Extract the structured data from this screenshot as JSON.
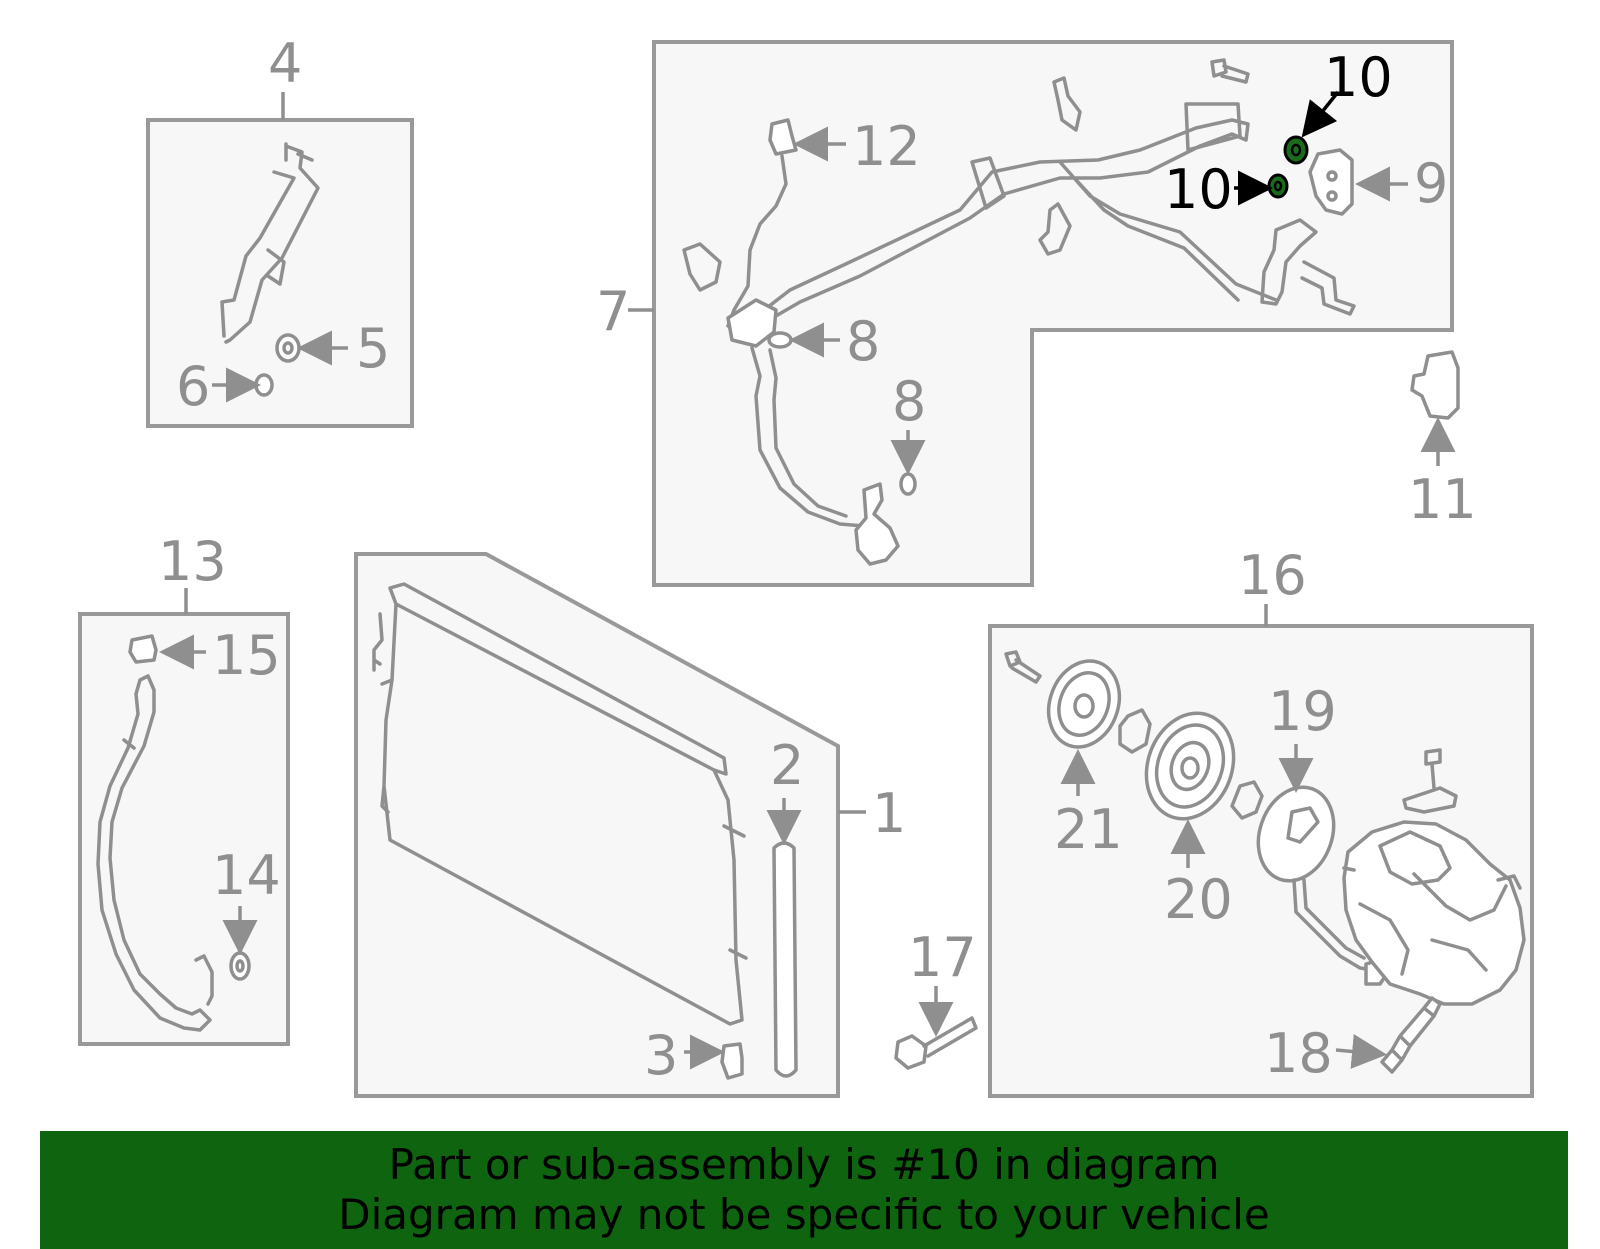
{
  "callouts": {
    "c1": "1",
    "c2": "2",
    "c3": "3",
    "c4": "4",
    "c5": "5",
    "c6": "6",
    "c7": "7",
    "c8a": "8",
    "c8b": "8",
    "c9": "9",
    "c10a": "10",
    "c10b": "10",
    "c11": "11",
    "c12": "12",
    "c13": "13",
    "c14": "14",
    "c15": "15",
    "c16": "16",
    "c17": "17",
    "c18": "18",
    "c19": "19",
    "c20": "20",
    "c21": "21"
  },
  "banner": {
    "line1": "Part or sub-assembly is #10 in diagram",
    "line2": "Diagram may not be specific to your vehicle"
  },
  "colors": {
    "highlight": "#1a6b1a",
    "banner_bg": "#0f6410",
    "line_gray": "#8f8f8f",
    "box_fill": "#f7f7f7"
  }
}
